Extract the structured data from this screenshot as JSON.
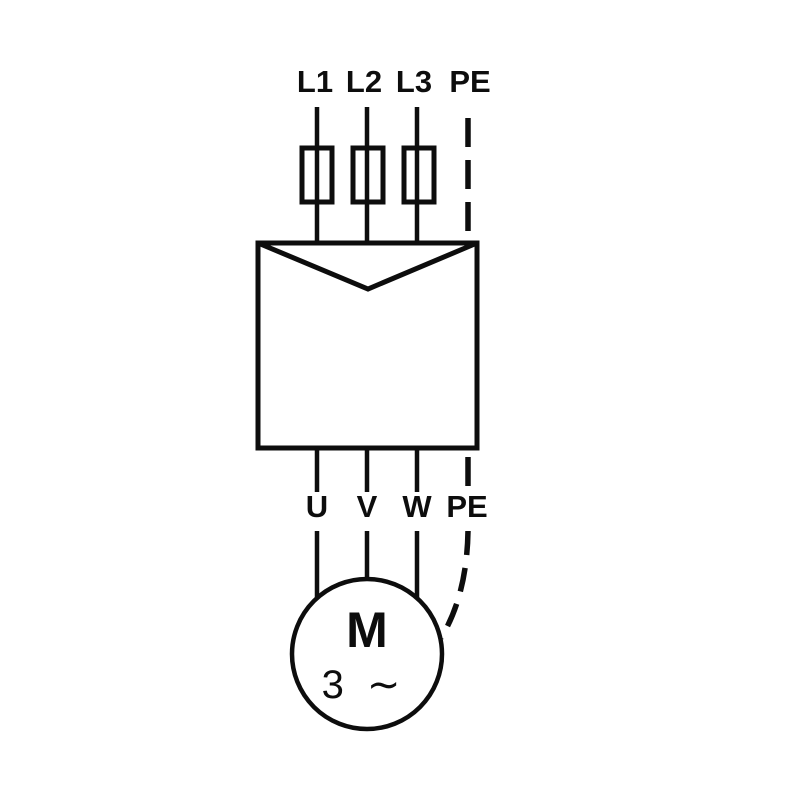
{
  "diagram": {
    "description": "Three-phase motor supply wiring diagram",
    "supply_terminals": [
      {
        "label": "L1"
      },
      {
        "label": "L2"
      },
      {
        "label": "L3"
      },
      {
        "label": "PE"
      }
    ],
    "motor_terminals": [
      {
        "label": "U"
      },
      {
        "label": "V"
      },
      {
        "label": "W"
      },
      {
        "label": "PE"
      }
    ],
    "motor": {
      "symbol": "M",
      "phase_label": "3 ∼"
    },
    "colors": {
      "stroke": "#0d0d0d",
      "background": "#ffffff"
    }
  }
}
